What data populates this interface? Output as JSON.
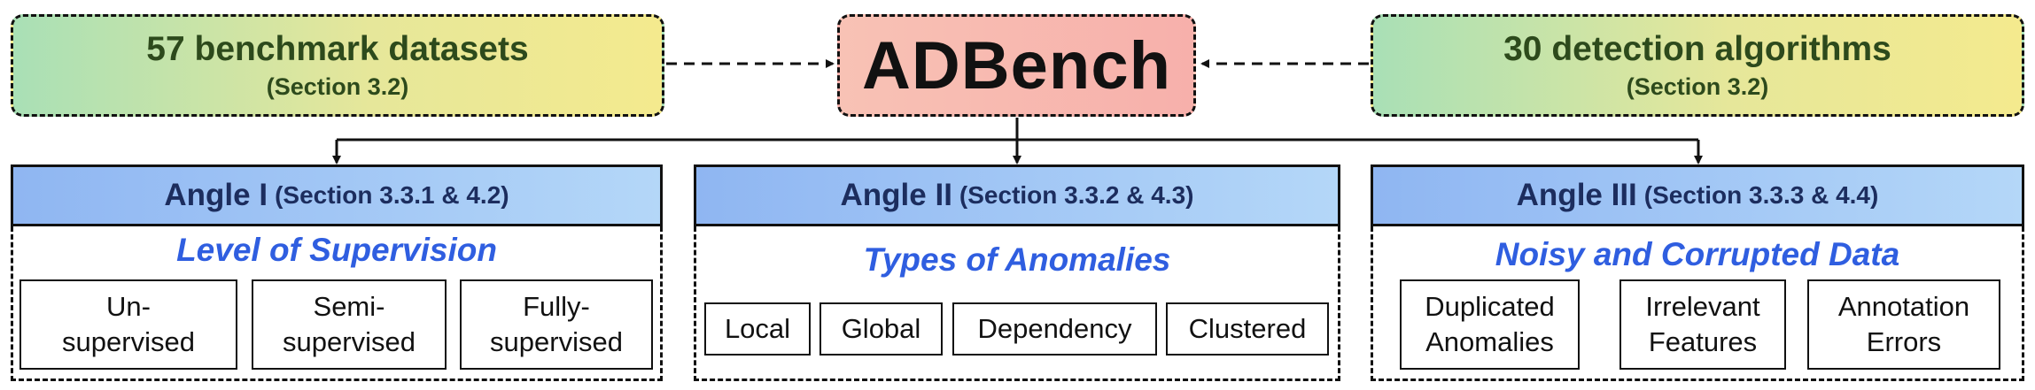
{
  "center": {
    "title": "ADBench"
  },
  "left_box": {
    "title": "57 benchmark datasets",
    "section": "(Section 3.2)"
  },
  "right_box": {
    "title": "30 detection algorithms",
    "section": "(Section 3.2)"
  },
  "angles": [
    {
      "name": "Angle I",
      "sections": "(Section 3.3.1 & 4.2)",
      "subtitle": "Level of Supervision",
      "items": [
        "Un-\nsupervised",
        "Semi-\nsupervised",
        "Fully-\nsupervised"
      ]
    },
    {
      "name": "Angle II",
      "sections": "(Section 3.3.2 & 4.3)",
      "subtitle": "Types of Anomalies",
      "items": [
        "Local",
        "Global",
        "Dependency",
        "Clustered"
      ]
    },
    {
      "name": "Angle III",
      "sections": "(Section 3.3.3 & 4.4)",
      "subtitle": "Noisy and Corrupted Data",
      "items": [
        "Duplicated\nAnomalies",
        "Irrelevant\nFeatures",
        "Annotation\nErrors"
      ]
    }
  ],
  "colors": {
    "top_box_text": "#2d4a1c",
    "subtitle": "#2f5ee0",
    "angle_header_text": "#1c2d5e",
    "center_fill": "#f7b0ab"
  }
}
